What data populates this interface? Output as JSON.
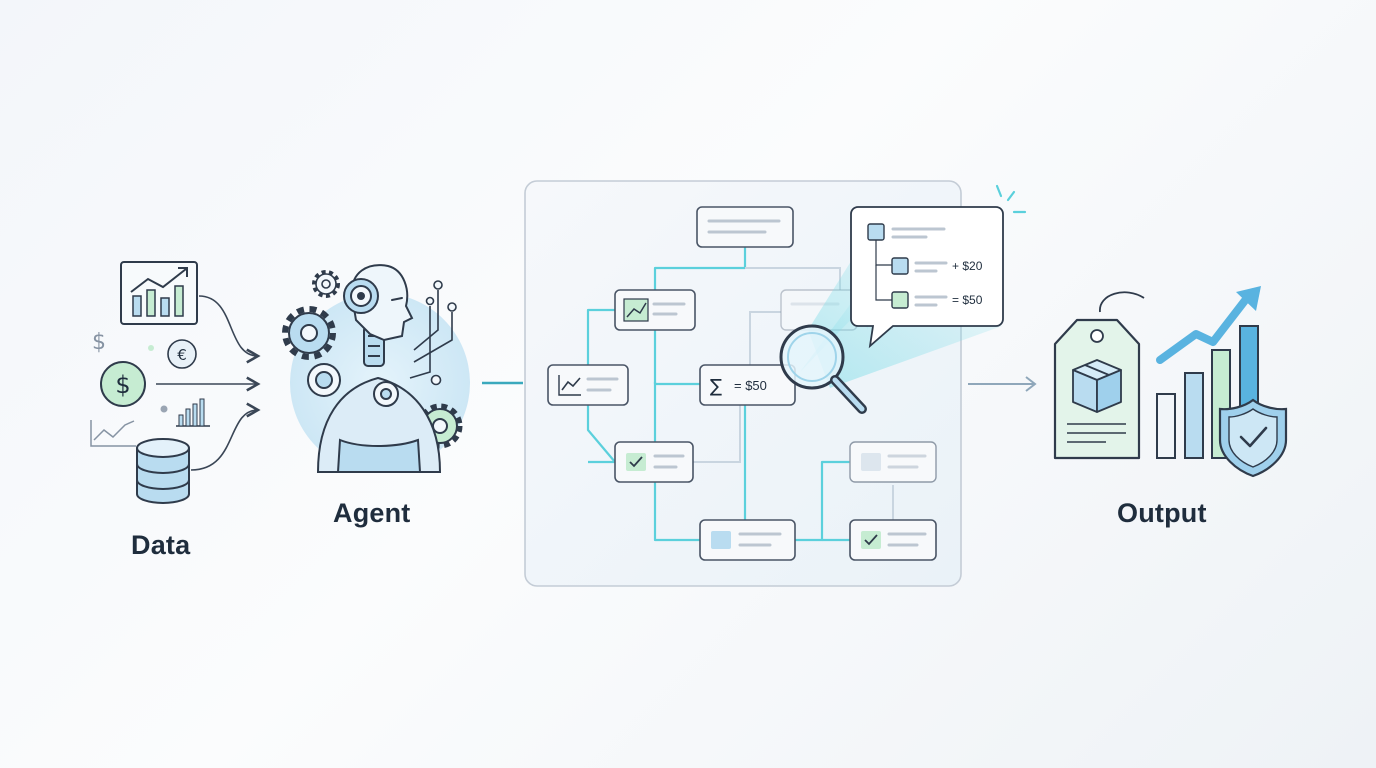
{
  "stages": {
    "data": {
      "label": "Data"
    },
    "agent": {
      "label": "Agent"
    },
    "output": {
      "label": "Output"
    }
  },
  "symbols": {
    "dollar": "$",
    "euro": "€",
    "sum": "∑"
  },
  "workflow": {
    "sum_node_text": "= $50"
  },
  "callout": {
    "row_2_text": "+ $20",
    "row_3_text": "= $50"
  },
  "colors": {
    "ink": "#1f2d3d",
    "cyan": "#5bd0dc",
    "blue_fill": "#b9dcf0",
    "green_fill": "#c6ecd2",
    "line": "#3a4656"
  }
}
